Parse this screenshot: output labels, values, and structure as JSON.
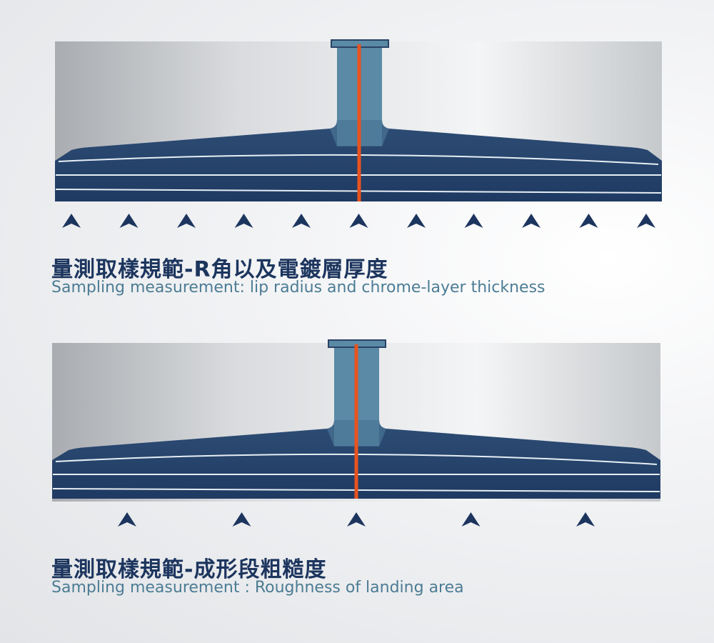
{
  "diagrams": [
    {
      "title_cn": "量測取樣規範-R角以及電鍍層厚度",
      "title_en": "Sampling measurement: lip radius and chrome-layer thickness",
      "sample_points": 11
    },
    {
      "title_cn": "量測取樣規範-成形段粗糙度",
      "title_en": "Sampling measurement : Roughness of landing area",
      "sample_points": 5
    }
  ],
  "colors": {
    "die_body": "#2e4f78",
    "die_neck": "#5a8aa6",
    "center_line": "#e8531f",
    "arrow": "#1c355e",
    "title_cn": "#1c355e",
    "title_en": "#4c7c94"
  }
}
